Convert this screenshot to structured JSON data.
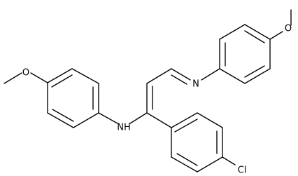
{
  "molecule": {
    "atoms": {
      "o_left": "O",
      "o_right": "O",
      "nh": "NH",
      "n_imine": "N",
      "cl": "Cl"
    }
  }
}
